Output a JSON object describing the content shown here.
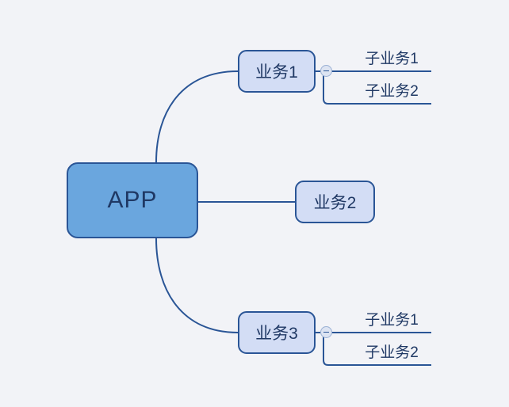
{
  "diagram": {
    "type": "mind-map",
    "background_color": "#f2f3f7",
    "root": {
      "label": "APP",
      "fill": "#6aa6de",
      "stroke": "#2a5596",
      "text_color": "#1f3864"
    },
    "branch_style": {
      "fill": "#d3ddf5",
      "stroke": "#2a5596",
      "text_color": "#1f3864"
    },
    "branches": [
      {
        "label": "业务1",
        "collapse_toggle": "minus",
        "children": [
          {
            "label": "子业务1"
          },
          {
            "label": "子业务2"
          }
        ]
      },
      {
        "label": "业务2",
        "collapse_toggle": null,
        "children": []
      },
      {
        "label": "业务3",
        "collapse_toggle": "minus",
        "children": [
          {
            "label": "子业务1"
          },
          {
            "label": "子业务2"
          }
        ]
      }
    ]
  }
}
